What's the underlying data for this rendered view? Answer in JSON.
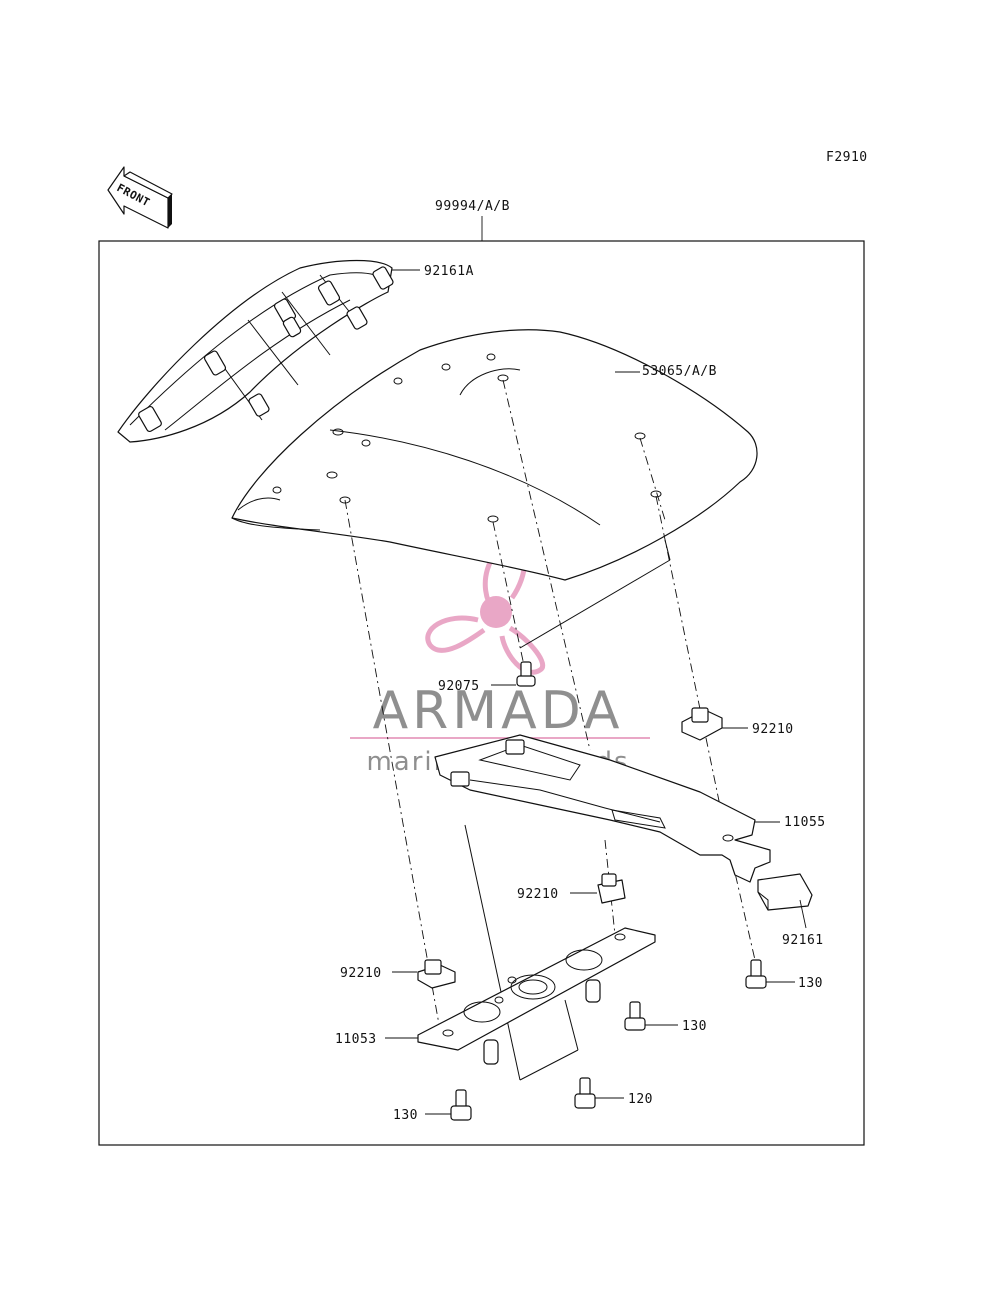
{
  "figure_code": "F2910",
  "front_arrow": {
    "label": "FRONT",
    "icon": "front-arrow-icon"
  },
  "assembly_number": "99994/A/B",
  "parts": {
    "p92161A": "92161A",
    "p53065": "53065/A/B",
    "p92075": "92075",
    "p92210_right": "92210",
    "p11055": "11055",
    "p92210_mid": "92210",
    "p92161": "92161",
    "p92210_left": "92210",
    "p130_right": "130",
    "p130_mid": "130",
    "p11053": "11053",
    "p120": "120",
    "p130_left": "130"
  },
  "watermark": {
    "brand": "ARMADA",
    "tagline": "marine outboards",
    "logo_icon": "propeller-logo-icon",
    "logo_color": "#e8a3c3",
    "text_color": "#8a8a8a"
  }
}
